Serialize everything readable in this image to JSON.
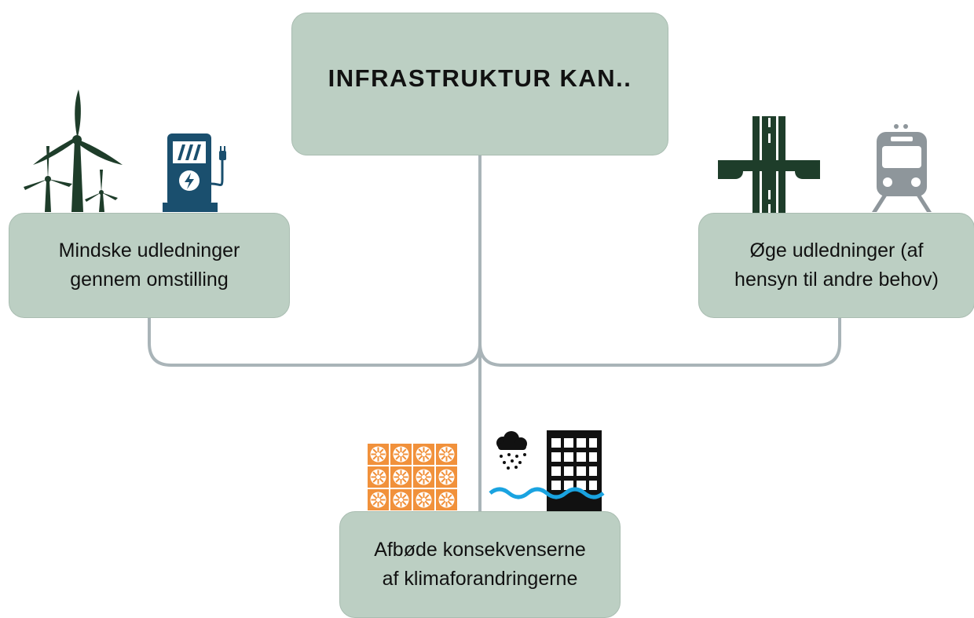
{
  "title": "INFRASTRUKTUR KAN..",
  "branches": {
    "left": {
      "line1": "Mindske udledninger",
      "line2": "gennem omstilling",
      "icons": [
        "wind-turbines-icon",
        "ev-charger-icon"
      ]
    },
    "right": {
      "line1": "Øge udledninger (af",
      "line2": "hensyn til andre behov)",
      "icons": [
        "highway-bridge-icon",
        "train-icon"
      ]
    },
    "bottom": {
      "line1": "Afbøde konsekvenserne",
      "line2": "af klimaforandringerne",
      "icons": [
        "solar-panels-icon",
        "flood-building-icon"
      ]
    }
  },
  "colors": {
    "box_fill": "#bccfc3",
    "connector": "#a9b4b8",
    "wind": "#1e3d2a",
    "charger": "#1a4f6e",
    "bridge": "#1e3d2a",
    "train": "#8e969b",
    "solar": "#f1913b",
    "water": "#1aa3e0",
    "building": "#111111"
  }
}
